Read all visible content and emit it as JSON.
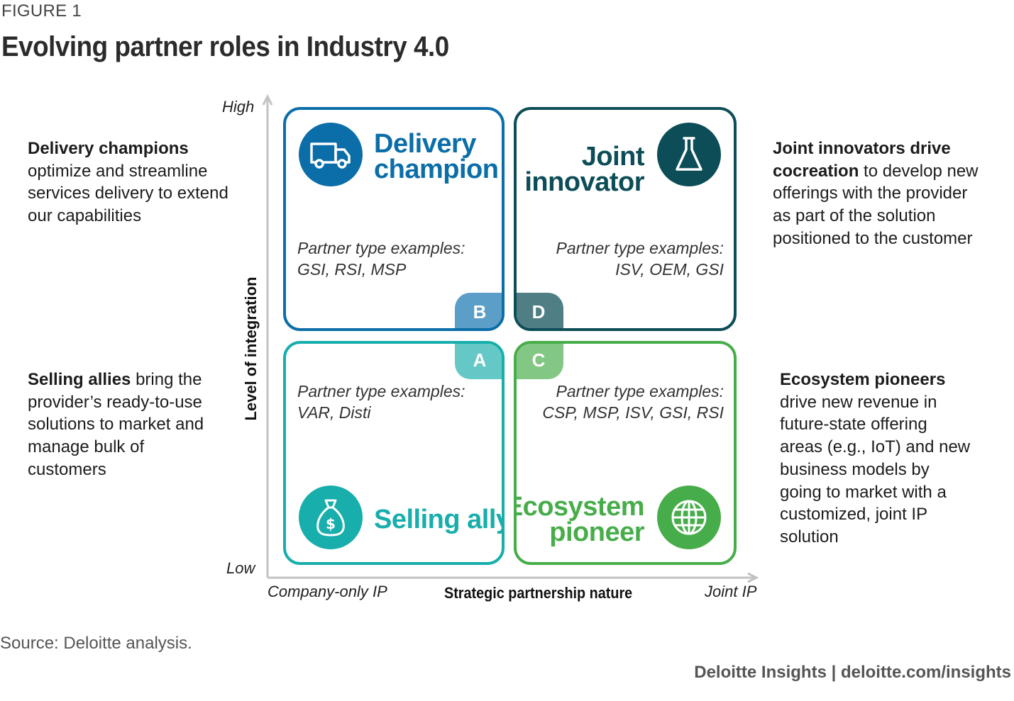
{
  "figure_label": "FIGURE 1",
  "title": "Evolving partner roles in Industry 4.0",
  "descriptions": {
    "delivery": {
      "bold": "Delivery champions",
      "rest": "optimize and streamline services delivery to extend our capabilities"
    },
    "selling": {
      "bold": "Selling allies",
      "rest": " bring the provider’s ready-to-use solutions to market and manage bulk of customers"
    },
    "joint": {
      "bold": "Joint innovators drive cocreation",
      "rest": " to develop new offerings with the provider as part of the solution positioned to the customer"
    },
    "ecosystem": {
      "bold": "Ecosystem pioneers",
      "rest": "drive new revenue in future-state offering areas (e.g., IoT) and new business models by going to market with a customized, joint IP solution"
    }
  },
  "quadrants": {
    "b": {
      "letter": "B",
      "role_line1": "Delivery",
      "role_line2": "champion",
      "examples_label": "Partner type examples:",
      "examples": "GSI, RSI, MSP",
      "icon": "truck-icon",
      "color": "#0b6ea8"
    },
    "d": {
      "letter": "D",
      "role_line1": "Joint",
      "role_line2": "innovator",
      "examples_label": "Partner type examples:",
      "examples": "ISV, OEM, GSI",
      "icon": "flask-icon",
      "color": "#0d4d57"
    },
    "a": {
      "letter": "A",
      "role": "Selling ally",
      "examples_label": "Partner type examples:",
      "examples": "VAR, Disti",
      "icon": "money-bag-icon",
      "color": "#17aeac"
    },
    "c": {
      "letter": "C",
      "role_line1": "Ecosystem",
      "role_line2": "pioneer",
      "examples_label": "Partner type examples:",
      "examples": "CSP, MSP, ISV, GSI, RSI",
      "icon": "globe-icon",
      "color": "#47ad4a"
    }
  },
  "axes": {
    "y_high": "High",
    "y_low": "Low",
    "y_title": "Level of integration",
    "x_left": "Company-only IP",
    "x_title": "Strategic partnership nature",
    "x_right": "Joint IP"
  },
  "source": "Source: Deloitte analysis.",
  "brand": "Deloitte Insights | deloitte.com/insights"
}
